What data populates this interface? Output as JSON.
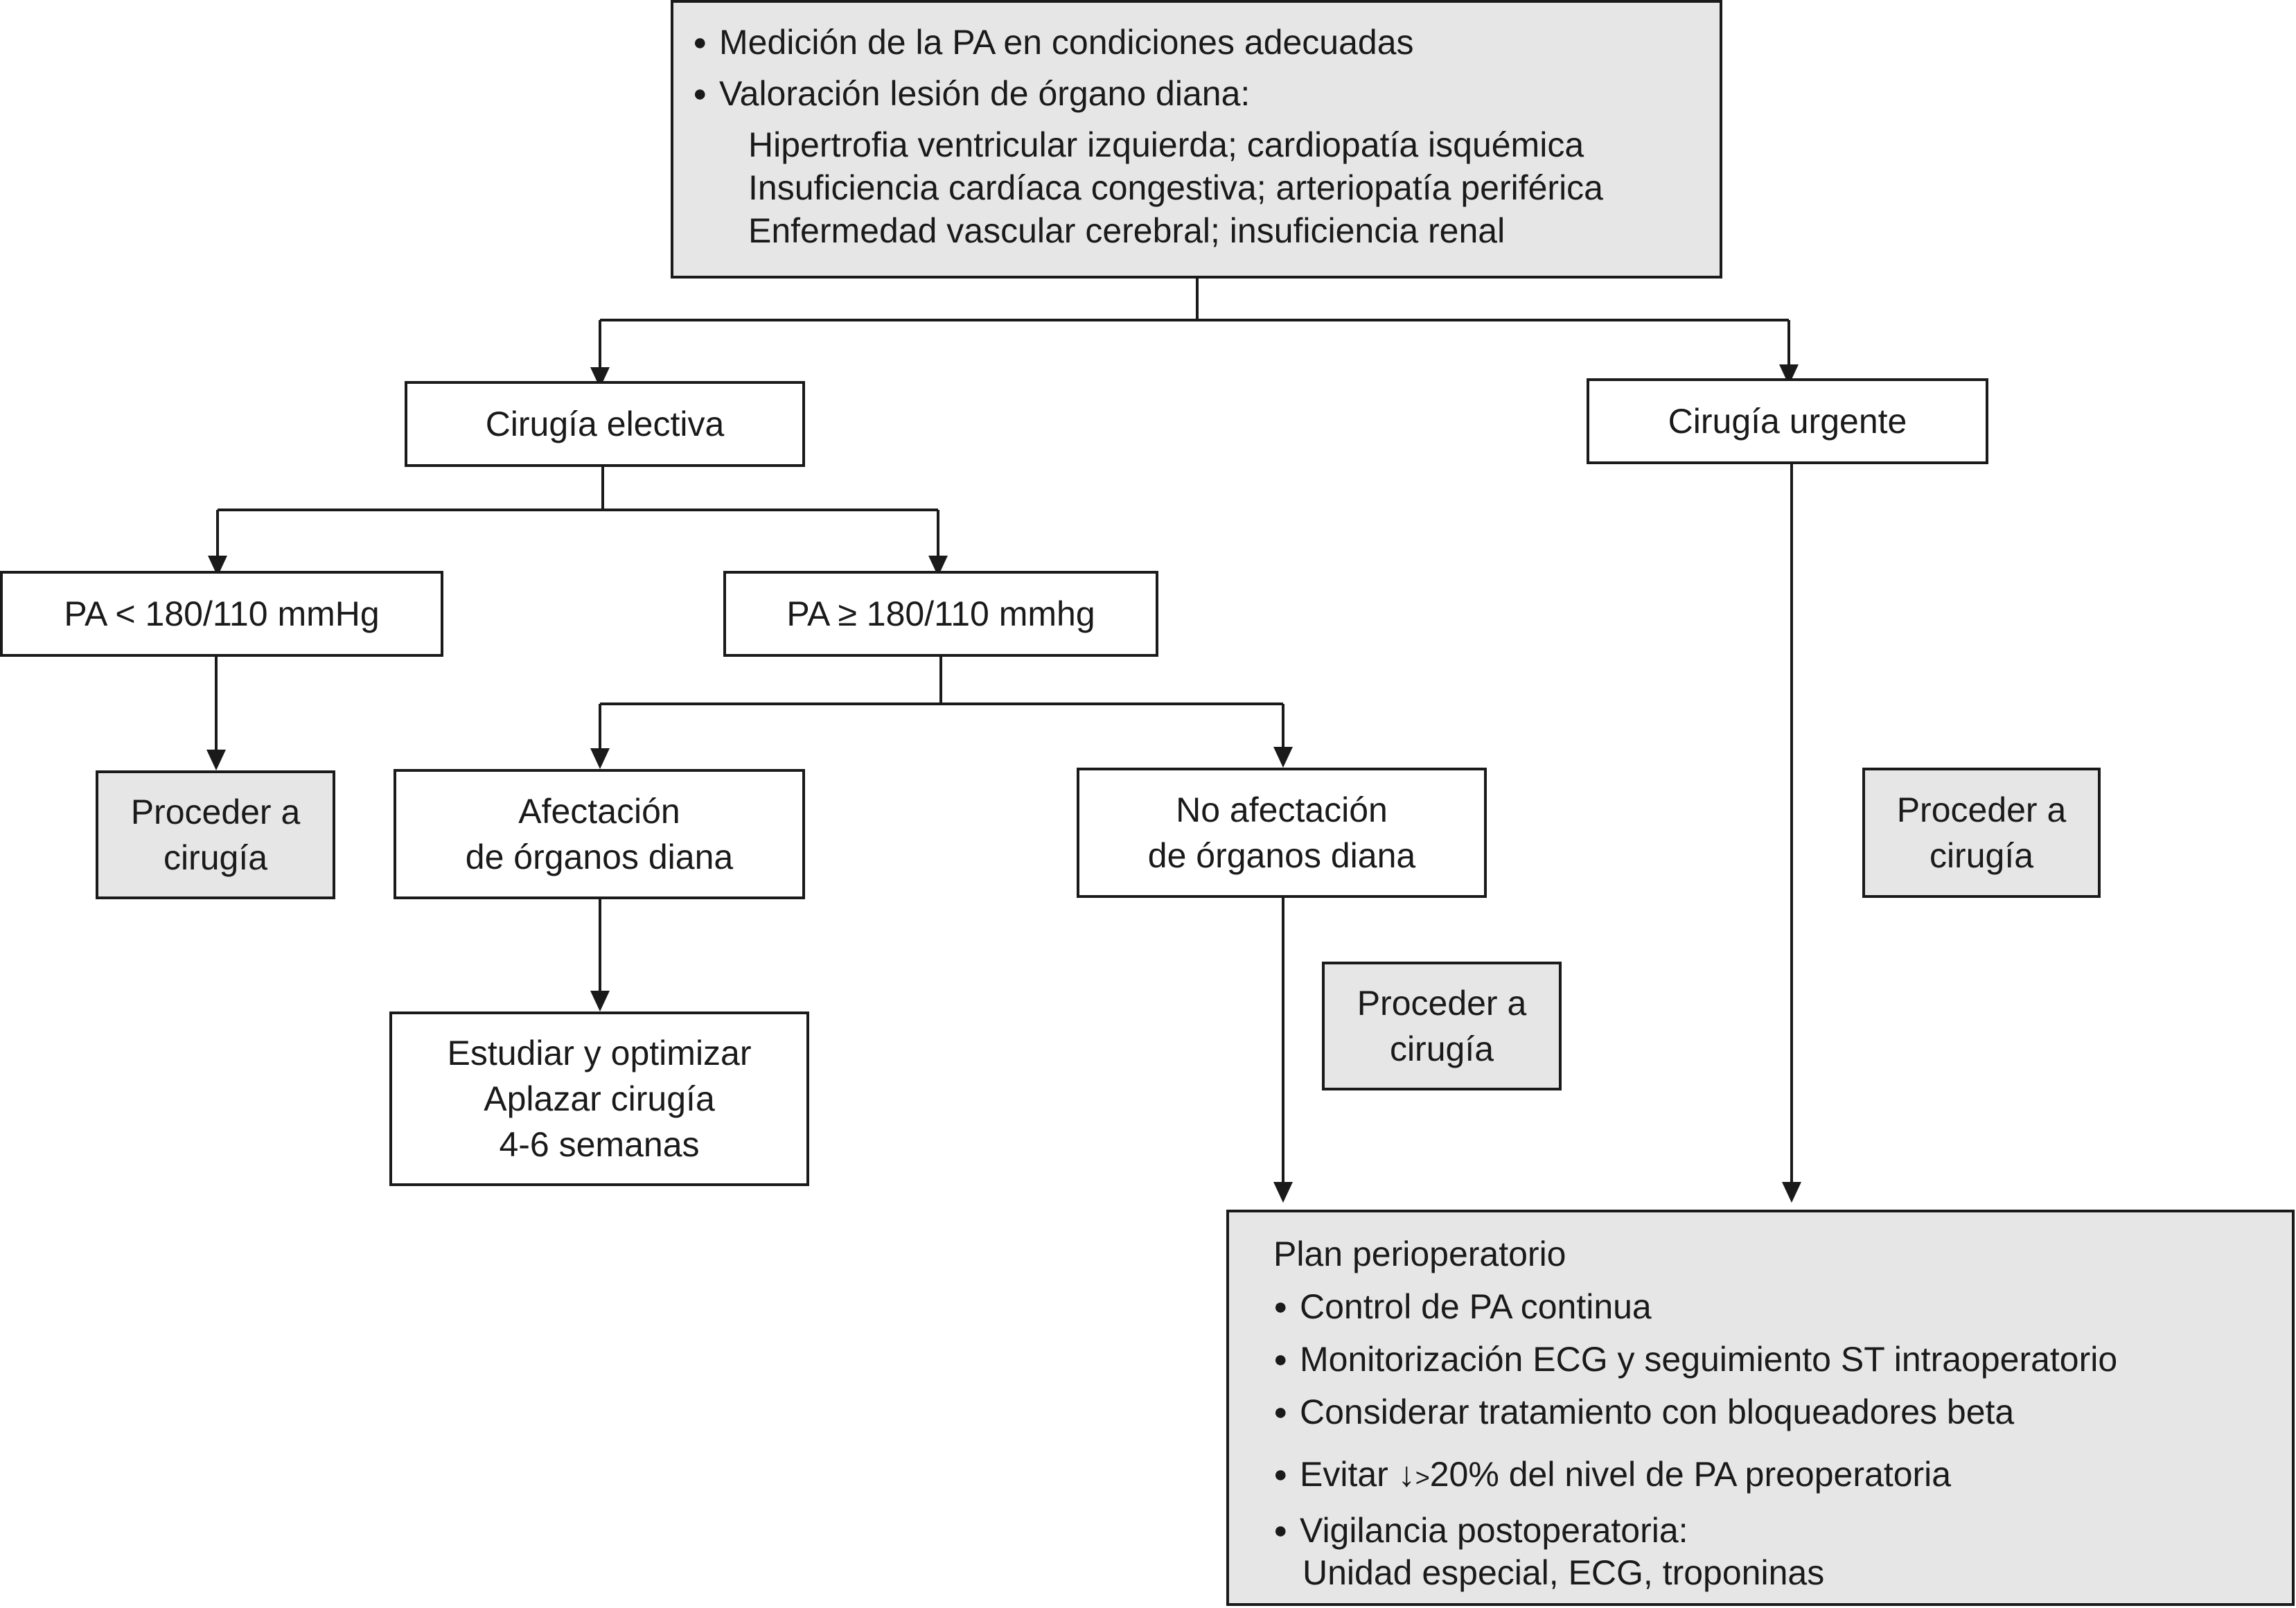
{
  "top_box": {
    "bullets": [
      "Medición de la PA en condiciones adecuadas",
      "Valoración lesión de órgano diana:"
    ],
    "organ_damage_lines": [
      "Hipertrofia ventricular izquierda; cardiopatía isquémica",
      "Insuficiencia cardíaca congestiva; arteriopatía periférica",
      "Enfermedad vascular cerebral; insuficiencia renal"
    ]
  },
  "elective": {
    "label": "Cirugía electiva"
  },
  "urgent": {
    "label": "Cirugía urgente"
  },
  "pa_low": {
    "label": "PA < 180/110 mmHg"
  },
  "pa_high": {
    "label": "PA ≥ 180/110 mmhg"
  },
  "organ_damage": {
    "lines": [
      "Afectación",
      "de órganos diana"
    ]
  },
  "no_organ_damage": {
    "lines": [
      "No afectación",
      "de órganos diana"
    ]
  },
  "study": {
    "lines": [
      "Estudiar y optimizar",
      "Aplazar cirugía",
      "4-6 semanas"
    ]
  },
  "proceed": {
    "lines": [
      "Proceder a",
      "cirugía"
    ]
  },
  "plan": {
    "title": "Plan perioperatorio",
    "bullets": [
      "Control de PA continua",
      "Monitorización ECG y seguimiento ST intraoperatorio",
      "Considerar tratamiento con bloqueadores beta"
    ],
    "avoid": {
      "prefix": "Evitar ↓",
      "symbol": ">",
      "suffix": "20% del nivel de PA preoperatoria"
    },
    "vigilance": {
      "label": "Vigilancia postoperatoria:",
      "detail": "Unidad especial, ECG, troponinas"
    }
  },
  "colors": {
    "grey_fill": "#e6e6e6",
    "stroke": "#1a1a1a"
  }
}
